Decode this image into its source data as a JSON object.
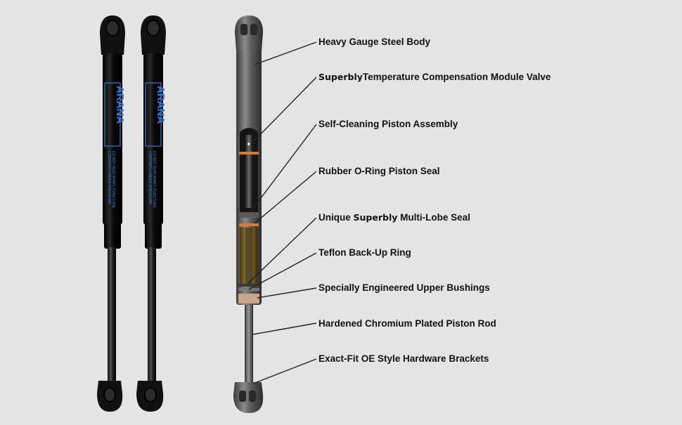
{
  "product": {
    "brand_text": "ARANA",
    "strut_label_lines": [
      "DO NOT HEAT APART, PUNCTURE",
      "CONTENTS UNDER PRESSURE"
    ]
  },
  "callouts": [
    {
      "id": "steel-body",
      "pre": "",
      "brand": "",
      "text": "Heavy Gauge Steel Body"
    },
    {
      "id": "temp-valve",
      "pre": "",
      "brand": "Superbly",
      "text": "Temperature Compensation Module Valve"
    },
    {
      "id": "piston-assembly",
      "pre": "",
      "brand": "",
      "text": "Self-Cleaning Piston Assembly"
    },
    {
      "id": "o-ring-seal",
      "pre": "",
      "brand": "",
      "text": "Rubber O-Ring Piston Seal"
    },
    {
      "id": "multi-lobe-seal",
      "pre": "Unique ",
      "brand": "Superbly",
      "text": " Multi-Lobe Seal"
    },
    {
      "id": "backup-ring",
      "pre": "",
      "brand": "",
      "text": "Teflon Back-Up Ring"
    },
    {
      "id": "upper-bushings",
      "pre": "",
      "brand": "",
      "text": "Specially Engineered Upper Bushings"
    },
    {
      "id": "piston-rod",
      "pre": "",
      "brand": "",
      "text": "Hardened Chromium Plated Piston Rod"
    },
    {
      "id": "hardware-brackets",
      "pre": "",
      "brand": "",
      "text": "Exact-Fit OE Style Hardware Brackets"
    }
  ],
  "colors": {
    "background": "#e4e4e4",
    "strut_body": "#101010",
    "label_blue": "#3a7bd5",
    "cutaway_oil": "#8a6a1e",
    "seal_orange": "#e0792a",
    "bushing": "#c9a48a"
  }
}
